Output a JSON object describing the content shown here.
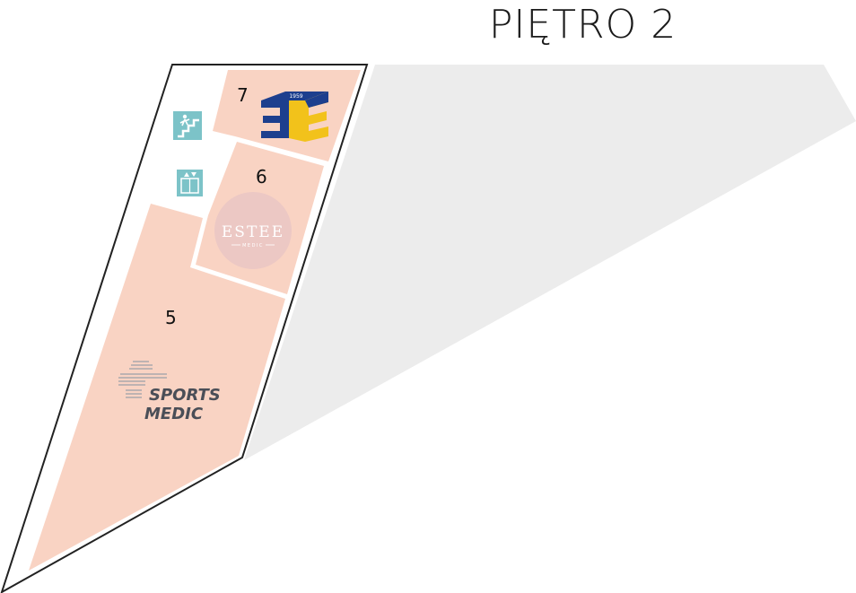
{
  "floor": {
    "title": "PIĘTRO 2"
  },
  "rooms": [
    {
      "id": "7",
      "label": "7",
      "tenant_logo": "3e-1959-logo",
      "logo_text": "1959"
    },
    {
      "id": "6",
      "label": "6",
      "tenant_logo": "estee-medic-logo",
      "logo_text": "ESTEE",
      "logo_subtext": "MEDIC"
    },
    {
      "id": "5",
      "label": "5",
      "tenant_logo": "sports-medic-logo",
      "logo_text_line1": "SPORTS",
      "logo_text_line2": "MEDIC"
    }
  ],
  "icons": [
    {
      "name": "stairs-icon",
      "kind": "stairs"
    },
    {
      "name": "elevator-icon",
      "kind": "elevator"
    }
  ],
  "colors": {
    "room_fill": "#f9d3c3",
    "outline": "#222222",
    "adjacent_area": "#ececec",
    "icon_bg": "#7cc3c8",
    "logo7_blue": "#1d3f8e",
    "logo7_yellow": "#f2c21b",
    "estee_circle": "#ecc8c4",
    "sports_medic_text": "#4a4e57"
  }
}
